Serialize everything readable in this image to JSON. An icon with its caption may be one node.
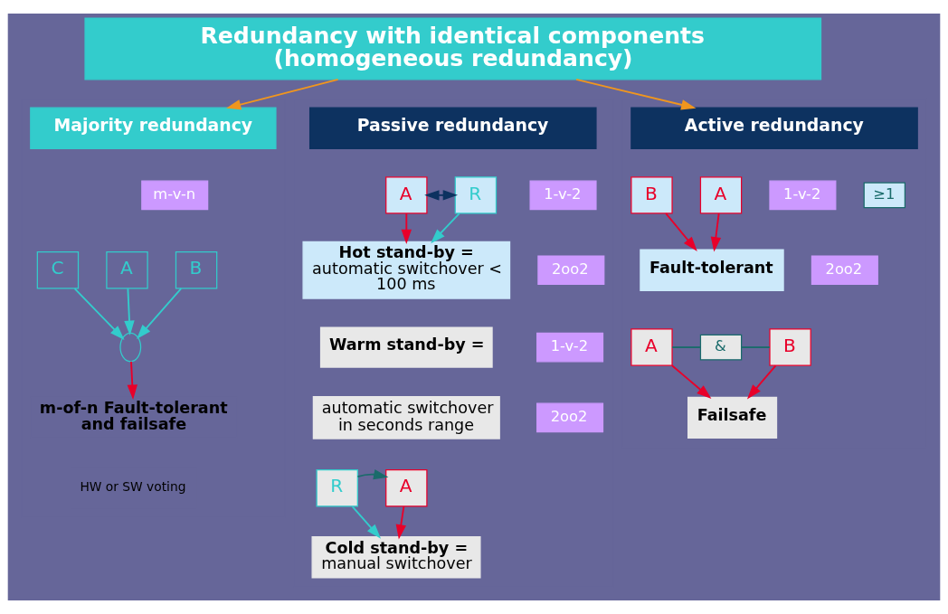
{
  "diagram": {
    "nodes": [
      {
        "text": [
          "Redundancy with identical components (homogeneous redundancy)"
        ]
      },
      {
        "text": [
          "Majority redundancy"
        ]
      },
      {
        "text": [
          "Passive redundancy"
        ]
      },
      {
        "text": [
          "Active redundancy"
        ]
      },
      {
        "text": [
          "m-v-n"
        ]
      },
      {
        "text": [
          "A"
        ]
      },
      {
        "text": [
          "B"
        ]
      },
      {
        "text": [
          "C"
        ]
      },
      {
        "text": [],
        "shape": "circle"
      },
      {
        "text": [
          "m-of-n Fault-tolerant and failsafe"
        ]
      },
      {
        "text": [
          "1-v-2"
        ]
      },
      {
        "text": [
          "2oo2"
        ]
      },
      {
        "text": [
          "A"
        ]
      },
      {
        "text": [
          "R"
        ]
      },
      {
        "text": [
          "Hot stand-by =",
          "automatic switchover < 100 ms"
        ]
      },
      {
        "text": [
          "1-v-2"
        ]
      },
      {
        "text": [
          "2oo2"
        ]
      },
      {
        "text": [
          "A"
        ]
      },
      {
        "text": [
          "R"
        ]
      },
      {
        "text": [
          "Cold stand-by =",
          "manual switchover"
        ]
      },
      {
        "text": [
          "1-v-2"
        ]
      },
      {
        "text": [
          "2oo2"
        ]
      },
      {
        "text": [
          "A"
        ]
      },
      {
        "text": [
          "≥1"
        ]
      },
      {
        "text": [
          "B"
        ]
      },
      {
        "text": [
          "Fault-tolerant"
        ]
      },
      {
        "text": [
          "A"
        ]
      },
      {
        "text": [
          "&"
        ]
      },
      {
        "text": [
          "B"
        ]
      },
      {
        "text": [
          "Failsafe"
        ]
      }
    ],
    "edges": [
      {
        "from": 0,
        "to": 1,
        "arrow": "to",
        "color": "#f0961e"
      },
      {
        "from": 0,
        "to": 3,
        "arrow": "to",
        "color": "#f0961e"
      },
      {
        "from": 5,
        "to": 8,
        "arrow": "to",
        "color": "#33cccc"
      },
      {
        "from": 6,
        "to": 8,
        "arrow": "to",
        "color": "#33cccc"
      },
      {
        "from": 7,
        "to": 8,
        "arrow": "to",
        "color": "#33cccc"
      },
      {
        "from": 8,
        "to": 9,
        "arrow": "to"
      },
      {
        "from": 12,
        "to": 13,
        "arrow": "both",
        "color": "#0d3260"
      },
      {
        "from": 12,
        "to": 14,
        "arrow": "to"
      },
      {
        "from": 13,
        "to": 14,
        "arrow": "to",
        "color": "#33cccc"
      },
      {
        "from": 18,
        "to": 17,
        "arrow": "to",
        "color": "#1a6b6b"
      },
      {
        "from": 17,
        "to": 19,
        "arrow": "to"
      },
      {
        "from": 18,
        "to": 19,
        "arrow": "to",
        "color": "#33cccc"
      },
      {
        "from": 22,
        "to": 25,
        "arrow": "to"
      },
      {
        "from": 24,
        "to": 25,
        "arrow": "to"
      },
      {
        "from": 26,
        "to": 27,
        "arrow": "none",
        "color": "#1a6b6b"
      },
      {
        "from": 27,
        "to": 28,
        "arrow": "none",
        "color": "#1a6b6b"
      },
      {
        "from": 26,
        "to": 29,
        "arrow": "to"
      },
      {
        "from": 28,
        "to": 29,
        "arrow": "to"
      }
    ],
    "labels": [
      "Warm stand-by =",
      "automatic switchover in seconds range",
      "HW or SW voting"
    ]
  }
}
